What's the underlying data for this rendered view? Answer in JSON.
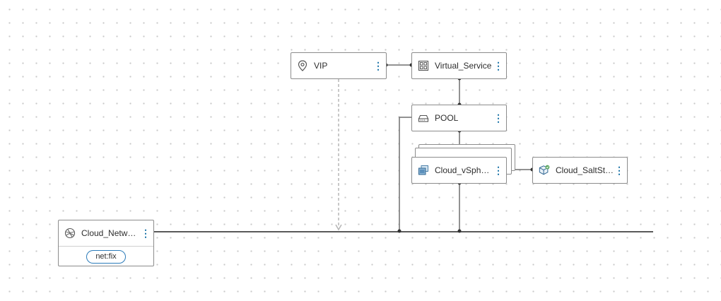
{
  "nodes": {
    "vip": {
      "label": "VIP",
      "icon": "location-pin-icon"
    },
    "virtual_service": {
      "label": "Virtual_Service",
      "icon": "virtual-service-icon"
    },
    "pool": {
      "label": "POOL",
      "icon": "load-balancer-pool-icon"
    },
    "vsphere": {
      "label": "Cloud_vSphere...",
      "icon": "vsphere-machine-icon",
      "stacked": true
    },
    "saltstack": {
      "label": "Cloud_SaltStac...",
      "icon": "saltstack-config-icon"
    },
    "network": {
      "label": "Cloud_Networ...",
      "icon": "network-icon",
      "tag": "net:fix"
    }
  },
  "menu_glyph": "⋮",
  "colors": {
    "edge": "#6e6e6e",
    "network_bus": "#5a5a5a",
    "dashed_edge": "#b5b5b5",
    "tag_border": "#2b7bb9",
    "menu": "#1a73a8"
  }
}
